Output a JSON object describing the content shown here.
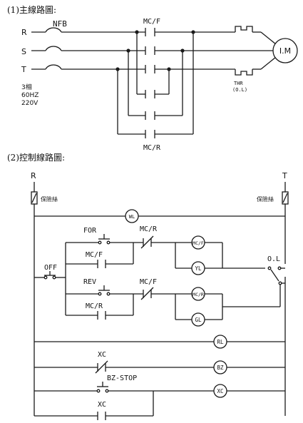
{
  "main_circuit": {
    "heading": "(1)主線路圖:",
    "phases": [
      "R",
      "S",
      "T"
    ],
    "breaker": "NFB",
    "contactor_forward": "MC/F",
    "contactor_reverse": "MC/R",
    "motor": "I.M",
    "thermal_relay": "THR",
    "thermal_relay_sub": "(O.L)",
    "supply": [
      "3相",
      "60HZ",
      "220V"
    ]
  },
  "control_circuit": {
    "heading": "(2)控制線路圖:",
    "supply_left": "R",
    "supply_right": "T",
    "fuse_label_left": "保險絲",
    "fuse_label_right": "保險絲",
    "lamp_power": "WL",
    "btn_forward": "FOR",
    "btn_off": "OFF",
    "btn_reverse": "REV",
    "interlock_r": "MC/R",
    "interlock_f": "MC/F",
    "hold_f": "MC/F",
    "hold_r": "MC/R",
    "coil_f": "MC/F",
    "coil_r": "MC/R",
    "lamp_yellow": "YL",
    "lamp_green": "GL",
    "lamp_red": "RL",
    "buzzer": "BZ",
    "relay_xc": "XC",
    "xc_contact_nc": "XC",
    "xc_contact_no": "XC",
    "bz_stop": "BZ-STOP",
    "overload": "O.L"
  }
}
